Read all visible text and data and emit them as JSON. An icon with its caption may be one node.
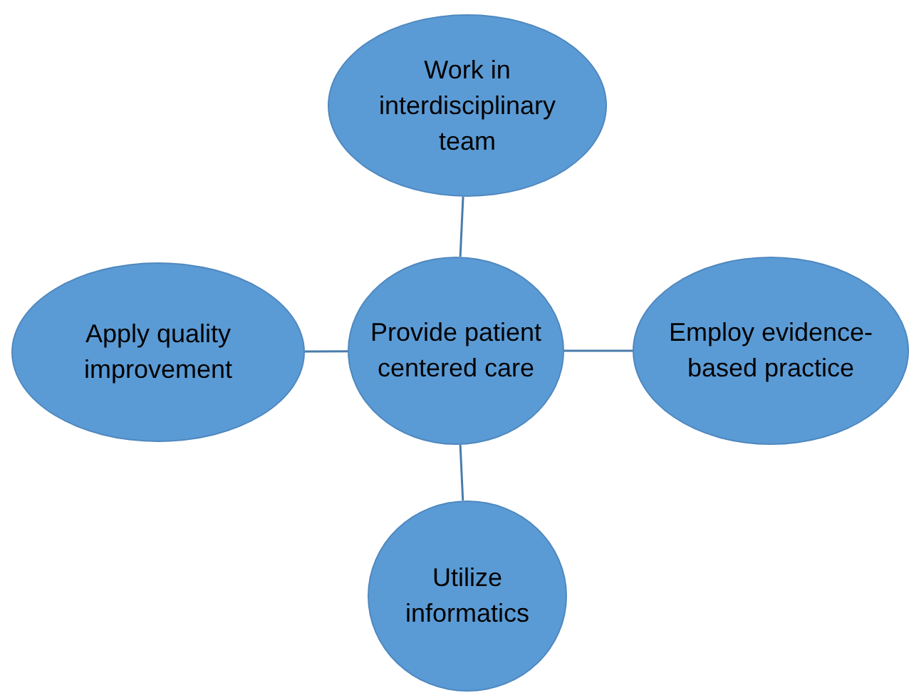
{
  "diagram": {
    "nodes": [
      {
        "text": [
          "Work in interdisciplinary team"
        ]
      },
      {
        "text": [
          "Apply quality improvement"
        ]
      },
      {
        "text": [
          "Provide patient centered care"
        ]
      },
      {
        "text": [
          "Employ evidence-based practice"
        ]
      },
      {
        "text": [
          "Utilize informatics"
        ]
      }
    ],
    "edges": [
      {
        "from": 2,
        "to": 0,
        "arrow": "none"
      },
      {
        "from": 2,
        "to": 1,
        "arrow": "none"
      },
      {
        "from": 2,
        "to": 3,
        "arrow": "none"
      },
      {
        "from": 2,
        "to": 4,
        "arrow": "none"
      }
    ]
  }
}
